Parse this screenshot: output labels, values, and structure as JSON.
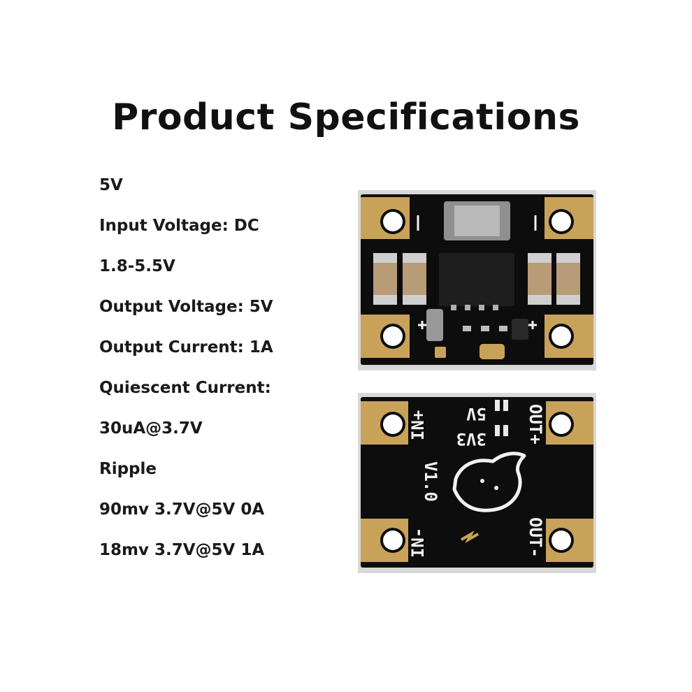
{
  "title": "Product Specifications",
  "specs": [
    "5V",
    "Input Voltage: DC",
    "1.8-5.5V",
    "Output Voltage: 5V",
    "Output Current: 1A",
    "Quiescent Current:",
    "30uA@3.7V",
    "Ripple",
    "90mv 3.7V@5V 0A",
    "18mv 3.7V@5V 1A"
  ],
  "board_bottom_labels": {
    "in_plus": "IN+",
    "in_minus": "IN-",
    "out_plus": "OUT+",
    "out_minus": "OUT-",
    "v5": "5V",
    "v33": "3V3",
    "version": "V1.0"
  },
  "colors": {
    "pcb": "#0d0d0d",
    "pad_gold": "#c9a25a",
    "silkscreen": "#f2f2f2",
    "component_tan": "#b89c78"
  }
}
